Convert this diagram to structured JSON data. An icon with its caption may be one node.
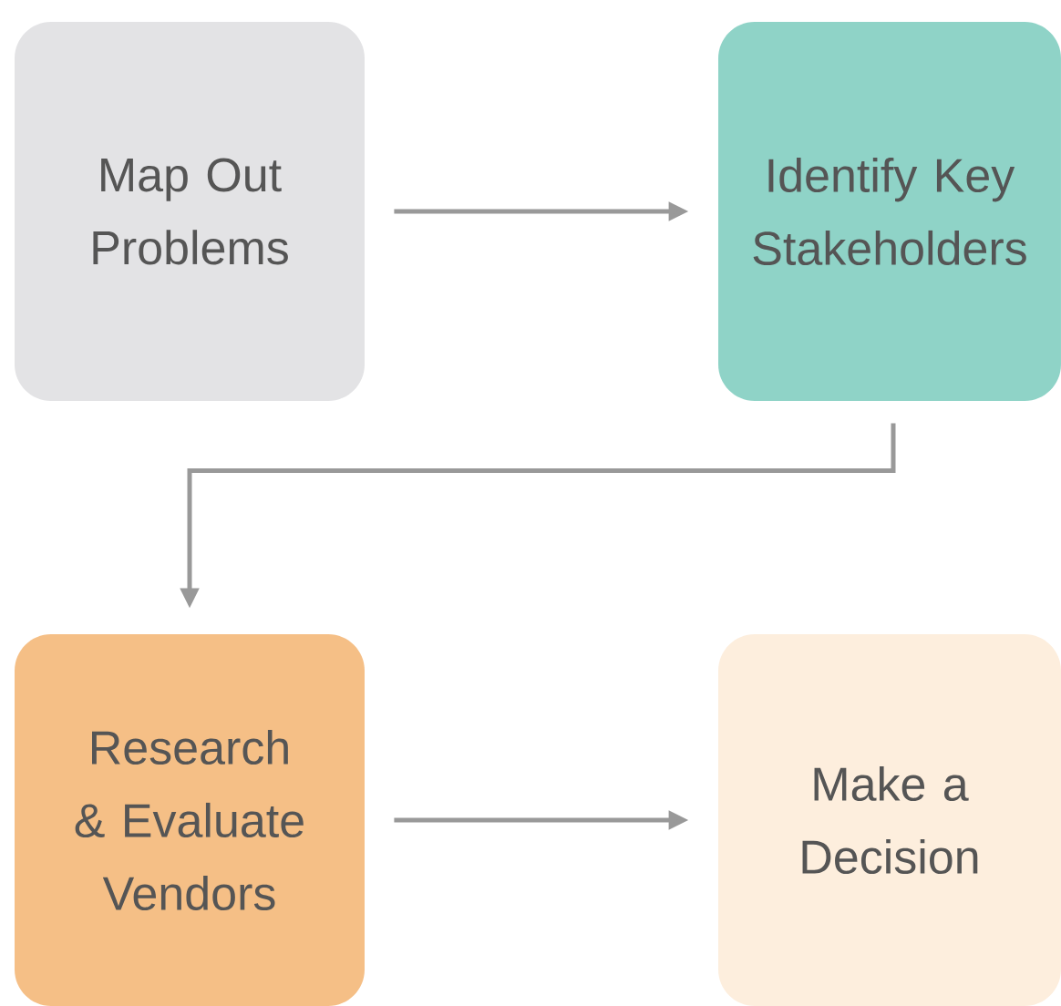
{
  "diagram": {
    "nodes": [
      {
        "text": [
          "Map Out Problems"
        ]
      },
      {
        "text": [
          "Identify Key Stakeholders"
        ]
      },
      {
        "text": [
          "Research & Evaluate Vendors"
        ]
      },
      {
        "text": [
          "Make a Decision"
        ]
      }
    ],
    "edges": [
      {
        "from": 0,
        "to": 1,
        "arrow": "to"
      },
      {
        "from": 1,
        "to": 2,
        "arrow": "to"
      },
      {
        "from": 2,
        "to": 3,
        "arrow": "to"
      }
    ]
  }
}
